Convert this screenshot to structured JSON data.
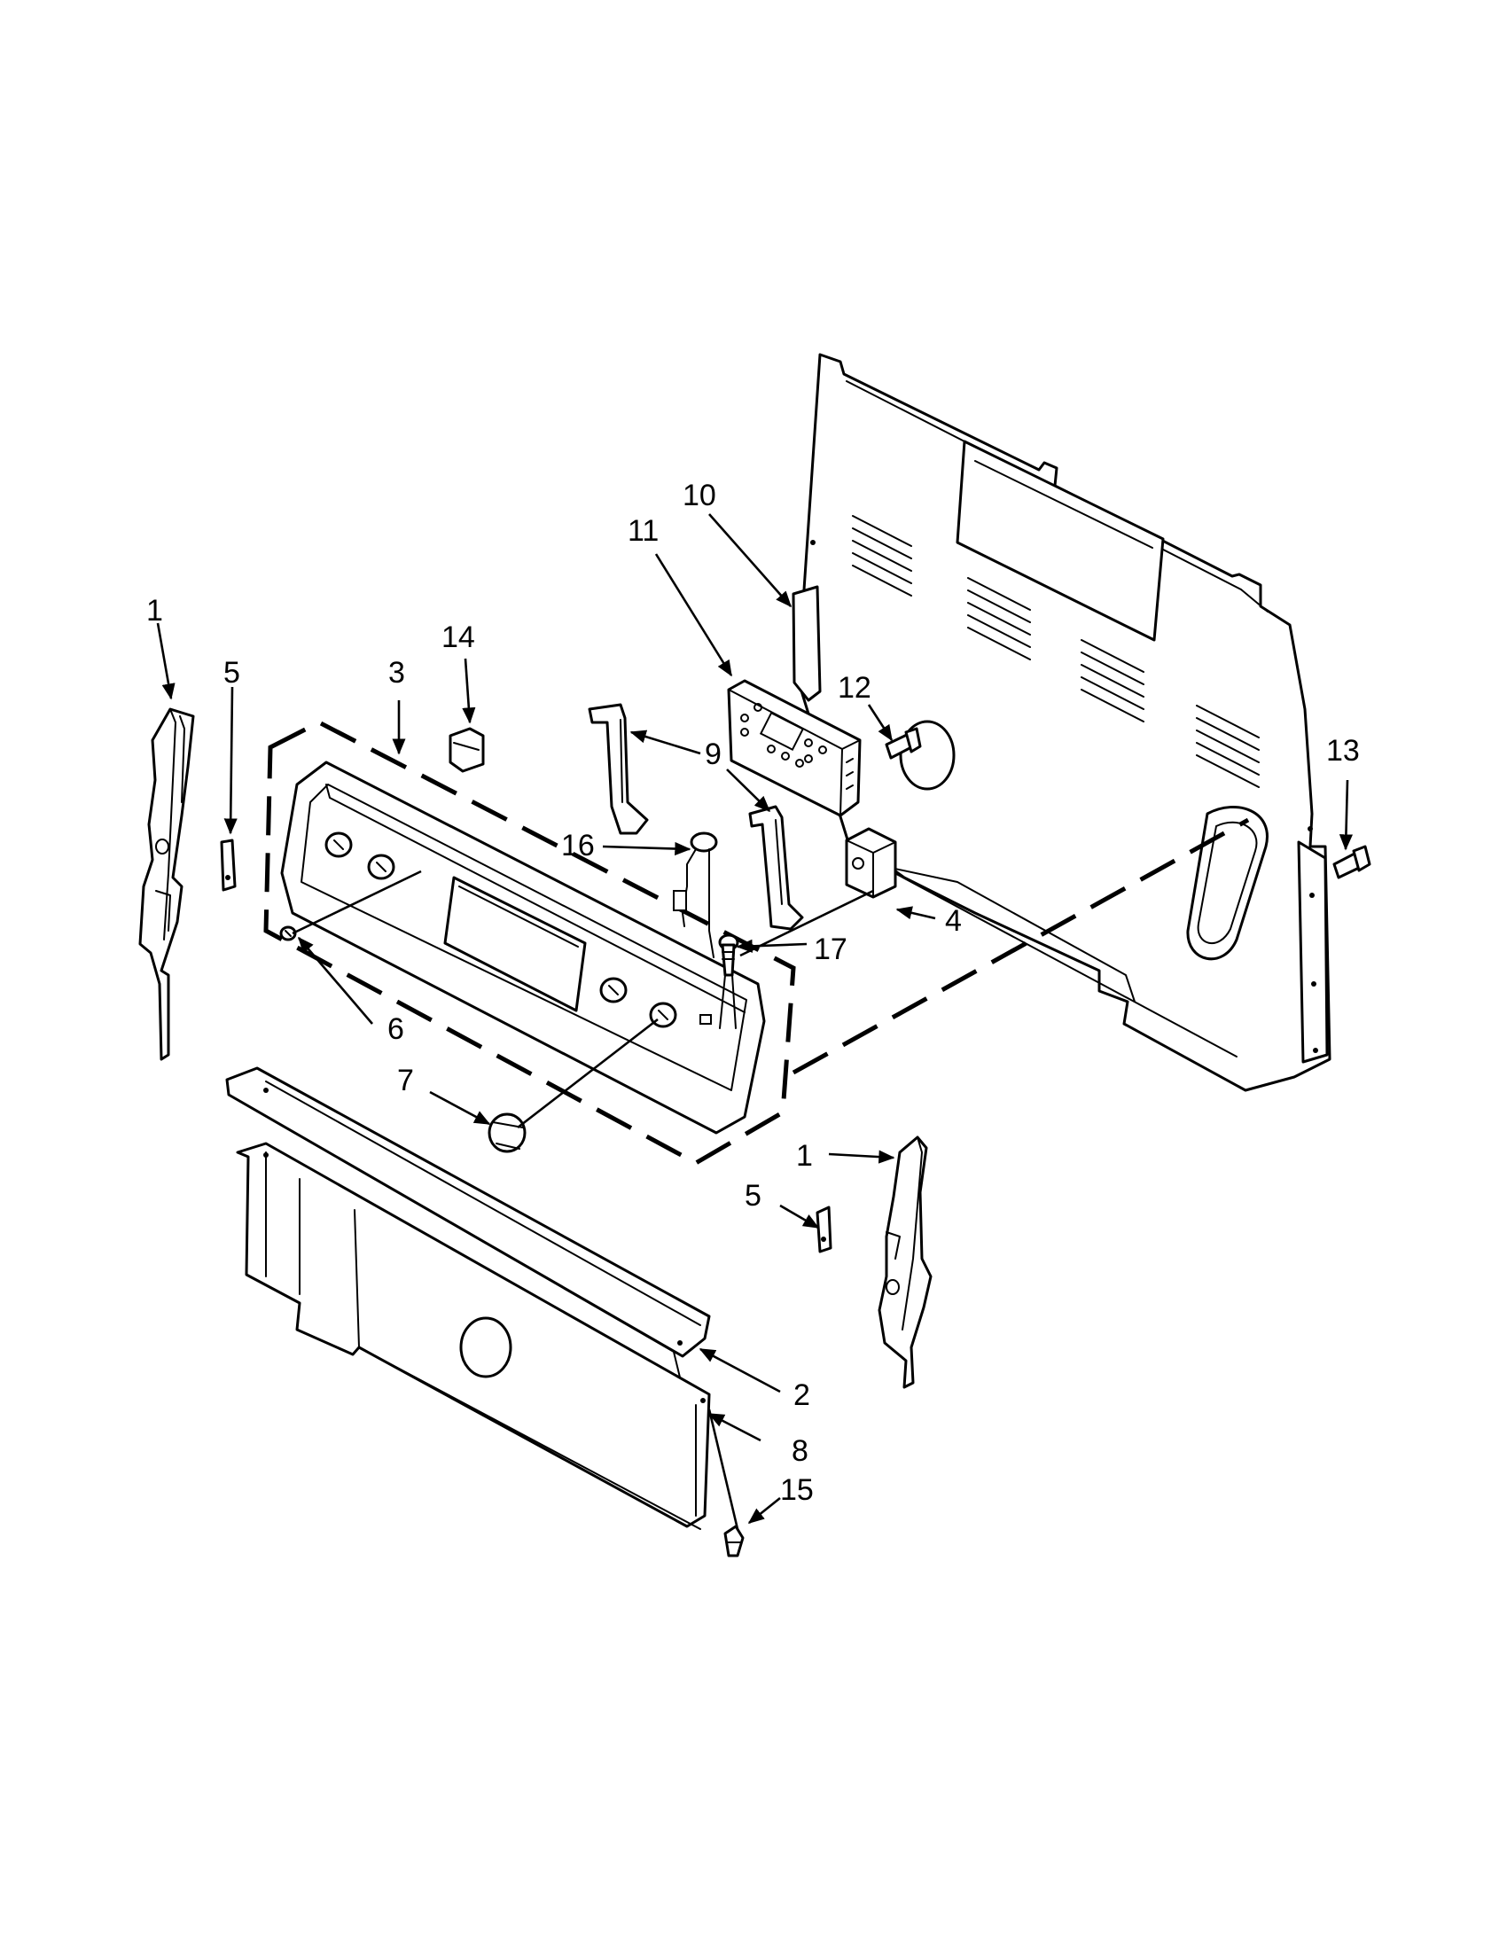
{
  "callouts": [
    {
      "id": "c1a",
      "text": "1"
    },
    {
      "id": "c5a",
      "text": "5"
    },
    {
      "id": "c3",
      "text": "3"
    },
    {
      "id": "c14",
      "text": "14"
    },
    {
      "id": "c11",
      "text": "11"
    },
    {
      "id": "c10",
      "text": "10"
    },
    {
      "id": "c12",
      "text": "12"
    },
    {
      "id": "c9",
      "text": "9"
    },
    {
      "id": "c13",
      "text": "13"
    },
    {
      "id": "c16",
      "text": "16"
    },
    {
      "id": "c17",
      "text": "17"
    },
    {
      "id": "c4",
      "text": "4"
    },
    {
      "id": "c6",
      "text": "6"
    },
    {
      "id": "c7",
      "text": "7"
    },
    {
      "id": "c1b",
      "text": "1"
    },
    {
      "id": "c5b",
      "text": "5"
    },
    {
      "id": "c2",
      "text": "2"
    },
    {
      "id": "c8",
      "text": "8"
    },
    {
      "id": "c15",
      "text": "15"
    }
  ]
}
